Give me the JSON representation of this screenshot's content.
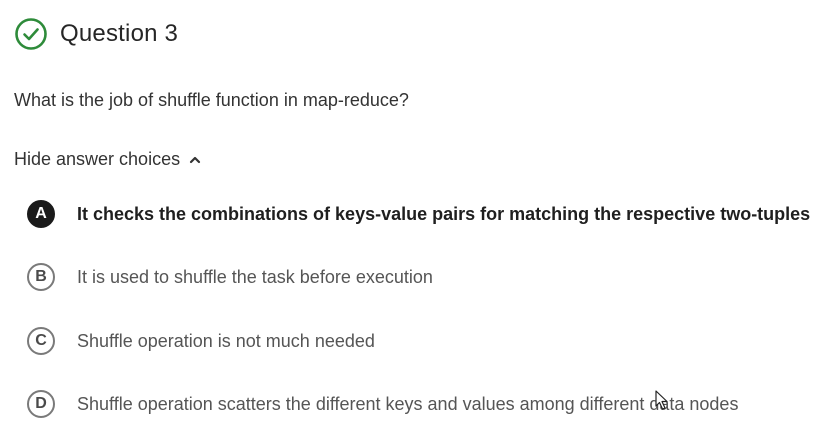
{
  "header": {
    "title": "Question 3",
    "status_icon": "check-circle-icon",
    "status_color": "#2e8b3a"
  },
  "question": {
    "text": "What is the job of shuffle function in map-reduce?"
  },
  "toggle": {
    "label": "Hide answer choices",
    "icon": "chevron-up-icon"
  },
  "choices": [
    {
      "letter": "A",
      "text": "It checks the combinations of keys-value pairs for matching the respective two-tuples",
      "selected": true
    },
    {
      "letter": "B",
      "text": "It is used to shuffle the task before execution",
      "selected": false
    },
    {
      "letter": "C",
      "text": "Shuffle operation is not much needed",
      "selected": false
    },
    {
      "letter": "D",
      "text": "Shuffle operation scatters the different keys and values among different data nodes",
      "selected": false
    }
  ]
}
